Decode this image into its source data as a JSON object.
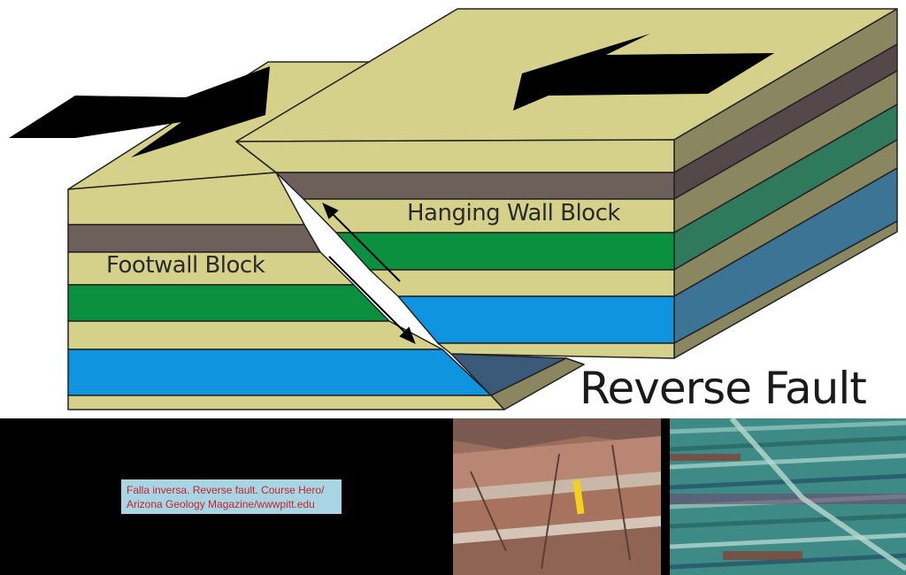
{
  "diagram": {
    "title": "Reverse Fault",
    "hanging_wall_label": "Hanging Wall Block",
    "footwall_label": "Footwall Block",
    "colors": {
      "tan": "#d5d18a",
      "tan_dark": "#8a8660",
      "brown": "#6d5f5a",
      "brown_dark": "#54484a",
      "green": "#0b9040",
      "green_dark": "#2f7a5c",
      "blue": "#0f95e0",
      "blue_dark": "#3b7495",
      "arrow": "#000000"
    }
  },
  "caption": {
    "line1": "Falla inversa. Reverse fault. Course Hero/",
    "line2": "Arizona Geology Magazine/wwwpitt.edu"
  },
  "photos": {
    "outcrop_icon": "rock-outcrop-photo",
    "closeup_icon": "layered-rock-closeup-photo"
  }
}
